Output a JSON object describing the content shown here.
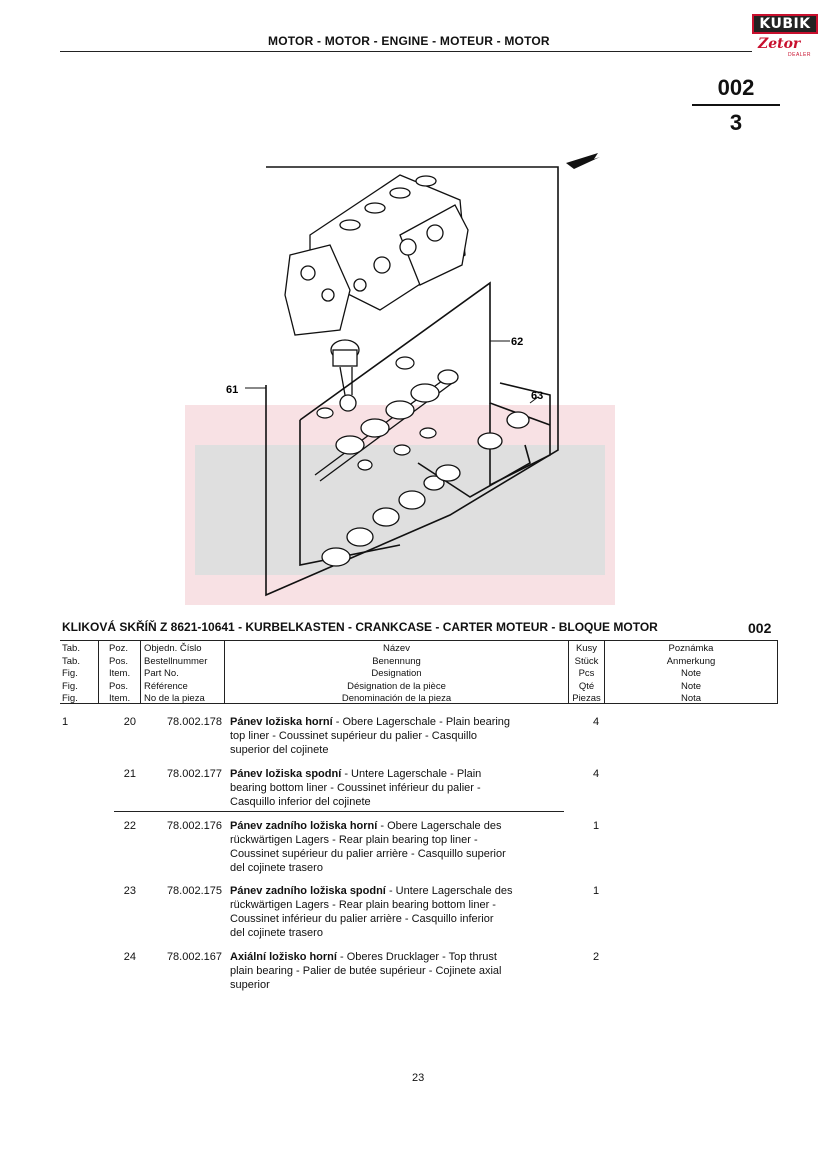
{
  "header": {
    "title": "MOTOR - MOTOR - ENGINE - MOTEUR - MOTOR"
  },
  "logo": {
    "top_text": "KUBIK",
    "bottom_text": "Zetor",
    "sub_text": "DEALER"
  },
  "page_code": {
    "top": "002",
    "bottom": "3"
  },
  "drawing": {
    "labels": [
      "61",
      "62",
      "63"
    ]
  },
  "section": {
    "title": "KLIKOVÁ SKŘÍŇ Z 8621-10641 - KURBELKASTEN - CRANKCASE - CARTER MOTEUR - BLOQUE MOTOR",
    "code": "002"
  },
  "table_header": {
    "tab": [
      "Tab.",
      "Tab.",
      "Fig.",
      "Fig.",
      "Fig."
    ],
    "pos": [
      "Poz.",
      "Pos.",
      "Item.",
      "Pos.",
      "Item."
    ],
    "part": [
      "Objedn. Číslo",
      "Bestellnummer",
      "Part No.",
      "Référence",
      "No de la pieza"
    ],
    "name": [
      "Název",
      "Benennung",
      "Designation",
      "Désignation de la pièce",
      "Denominación de la pieza"
    ],
    "qty": [
      "Kusy",
      "Stück",
      "Pcs",
      "Qté",
      "Piezas"
    ],
    "note": [
      "Poznámka",
      "Anmerkung",
      "Note",
      "Note",
      "Nota"
    ]
  },
  "rows": [
    {
      "tab": "1",
      "pos": "20",
      "part": "78.002.178",
      "desc_bold": "Pánev ložiska horní",
      "desc_lines": [
        "- Obere Lagerschale - Plain bearing",
        "top liner - Coussinet supérieur du palier - Casquillo",
        "superior del cojinete"
      ],
      "qty": "4"
    },
    {
      "tab": "",
      "pos": "21",
      "part": "78.002.177",
      "desc_bold": "Pánev ložiska spodní",
      "desc_lines": [
        "- Untere Lagerschale - Plain",
        "bearing bottom liner - Coussinet inférieur du palier -",
        "Casquillo inferior del cojinete"
      ],
      "qty": "4"
    },
    {
      "tab": "",
      "pos": "22",
      "part": "78.002.176",
      "desc_bold": "Pánev zadního ložiska horní",
      "desc_lines": [
        "- Obere Lagerschale des",
        "rückwärtigen Lagers - Rear plain bearing top liner -",
        "Coussinet supérieur du palier arrière - Casquillo superior",
        "del cojinete trasero"
      ],
      "qty": "1"
    },
    {
      "tab": "",
      "pos": "23",
      "part": "78.002.175",
      "desc_bold": "Pánev zadního ložiska spodní",
      "desc_lines": [
        "- Untere Lagerschale des",
        "rückwärtigen Lagers - Rear plain bearing bottom liner -",
        "Coussinet inférieur du palier arrière - Casquillo inferior",
        "del cojinete trasero"
      ],
      "qty": "1"
    },
    {
      "tab": "",
      "pos": "24",
      "part": "78.002.167",
      "desc_bold": "Axiální ložisko horní",
      "desc_lines": [
        "- Oberes Drucklager - Top thrust",
        "plain bearing - Palier de butée supérieur - Cojinete axial",
        "superior"
      ],
      "qty": "2"
    }
  ],
  "footer": {
    "page_number": "23"
  }
}
